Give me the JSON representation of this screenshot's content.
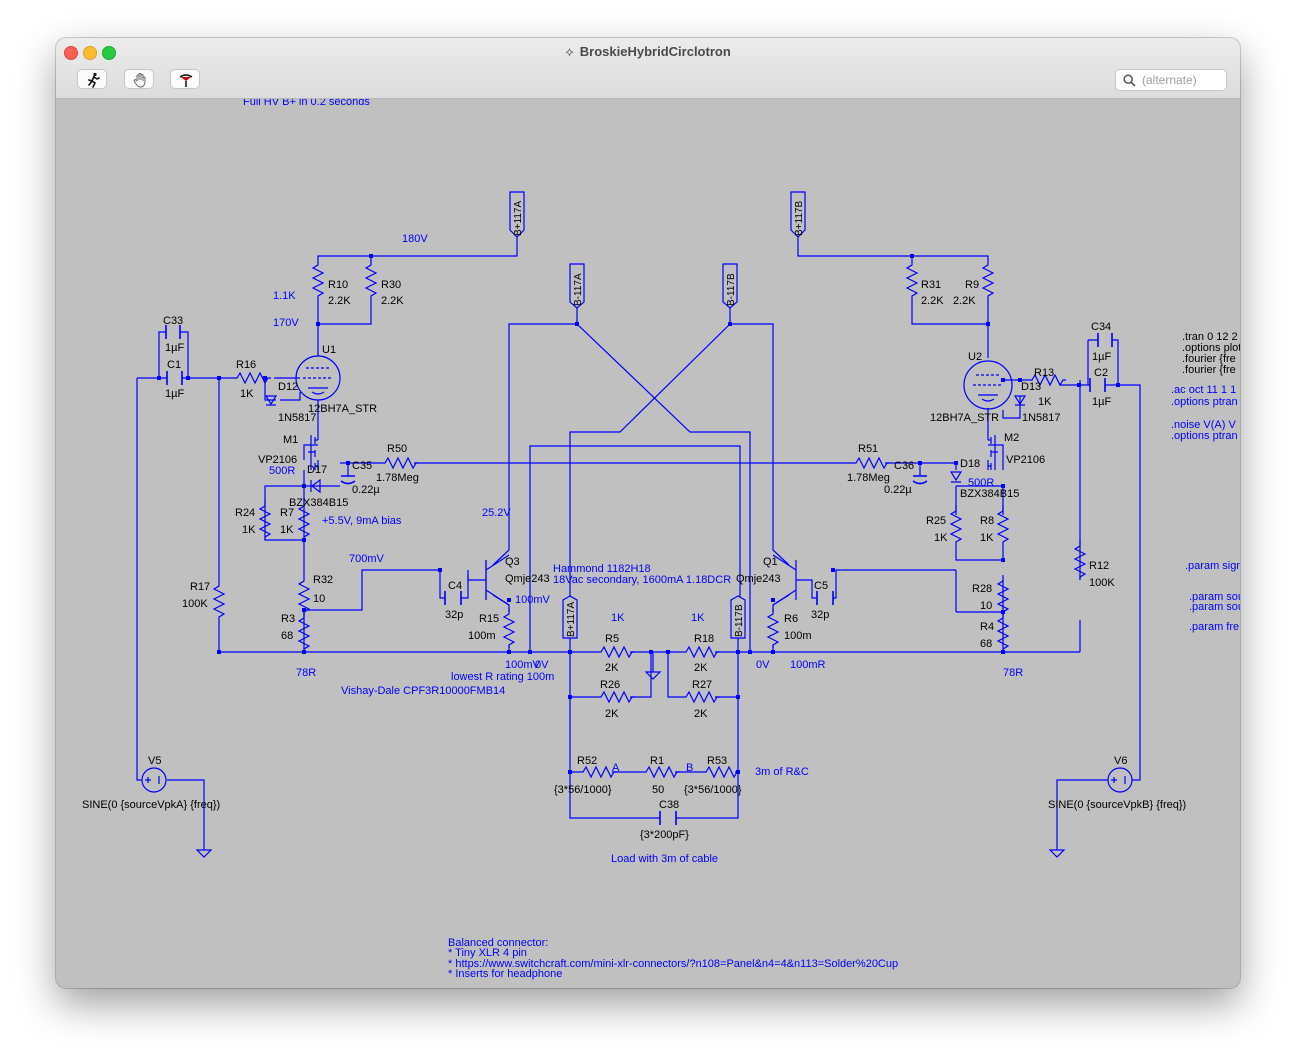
{
  "window": {
    "title": "BroskieHybridCirclotron"
  },
  "toolbar": {
    "search_placeholder": "(alternate)",
    "buttons": [
      "run-icon",
      "halt-hand-icon",
      "probe-icon"
    ]
  },
  "colors": {
    "wire": "#0000ff",
    "canvas": "#c0c0c0",
    "label": "#000000"
  },
  "schematic": {
    "notes": {
      "hv": "Full HV B+ in 0.2 seconds",
      "bias": "+5.5V, 9mA bias",
      "hammond1": "Hammond 1182H18",
      "hammond2": "18Vac secondary, 1600mA 1.18DCR",
      "lowr": "lowest R rating 100m",
      "vishay": "Vishay-Dale CPF3R10000FMB14",
      "cable3m": "3m of R&C",
      "load": "Load with 3m of cable",
      "bal1": "Balanced connector:",
      "bal2": "* Tiny XLR 4 pin",
      "bal3": "* https://www.switchcraft.com/mini-xlr-connectors/?n108=Panel&n4=4&n113=Solder%20Cup",
      "bal4": "* Inserts for headphone"
    },
    "nets": {
      "b117a_top": "B+117A",
      "b117b_top": "B+117B",
      "b117a_mid": "B-117A",
      "b117b_mid": "B-117B",
      "b117a_lo": "B+117A",
      "b117b_lo": "B-117B",
      "v180": "180V",
      "v1k1": "1.1K",
      "v170": "170V",
      "r500l": "500R",
      "v25": "25.2V",
      "v700": "700mV",
      "v100mv": "100mV",
      "v78l": "78R",
      "v100mv2": "100mV",
      "v0v": "0V",
      "v1kl": "1K",
      "v1kr": "1K",
      "v0vr": "0V",
      "v100mr": "100mR",
      "v78r": "78R",
      "r500r": "500R",
      "na": "A",
      "nb": "B"
    },
    "directives": {
      "d1": ".tran 0 12 2",
      "d2": ".options plot",
      "d3": ".fourier {fre",
      "d4": ".fourier {fre",
      "d5": ".ac oct 11 1 1",
      "d6": ".options ptran",
      "d7": ".noise V(A) V",
      "d8": ".options ptran",
      "d9": ".param sign",
      "d10": ".param sou",
      "d11": ".param sou",
      "d12": ".param fre"
    },
    "parts": [
      {
        "ref": "C33",
        "val": "1µF"
      },
      {
        "ref": "C1",
        "val": "1µF"
      },
      {
        "ref": "R16",
        "val": "1K"
      },
      {
        "ref": "R10",
        "val": "2.2K"
      },
      {
        "ref": "R30",
        "val": "2.2K"
      },
      {
        "ref": "U1",
        "val": "12BH7A_STR"
      },
      {
        "ref": "D12",
        "val": "1N5817"
      },
      {
        "ref": "M1",
        "val": "VP2106"
      },
      {
        "ref": "R50",
        "val": "1.78Meg"
      },
      {
        "ref": "C35",
        "val": "0.22µ"
      },
      {
        "ref": "D17",
        "val": "BZX384B15"
      },
      {
        "ref": "R24",
        "val": "1K"
      },
      {
        "ref": "R7",
        "val": "1K"
      },
      {
        "ref": "R17",
        "val": "100K"
      },
      {
        "ref": "R32",
        "val": "10"
      },
      {
        "ref": "R3",
        "val": "68"
      },
      {
        "ref": "C4",
        "val": "32p"
      },
      {
        "ref": "Q3",
        "val": "Qmje243"
      },
      {
        "ref": "R15",
        "val": "100m"
      },
      {
        "ref": "R5",
        "val": "2K"
      },
      {
        "ref": "R18",
        "val": "2K"
      },
      {
        "ref": "R26",
        "val": "2K"
      },
      {
        "ref": "R27",
        "val": "2K"
      },
      {
        "ref": "R52",
        "val": "{3*56/1000}"
      },
      {
        "ref": "R1",
        "val": "50"
      },
      {
        "ref": "R53",
        "val": "{3*56/1000}"
      },
      {
        "ref": "C38",
        "val": "{3*200pF}"
      },
      {
        "ref": "Q1",
        "val": "Qmje243"
      },
      {
        "ref": "C5",
        "val": "32p"
      },
      {
        "ref": "R6",
        "val": "100m"
      },
      {
        "ref": "R31",
        "val": "2.2K"
      },
      {
        "ref": "R9",
        "val": "2.2K"
      },
      {
        "ref": "U2",
        "val": "12BH7A_STR"
      },
      {
        "ref": "R13",
        "val": "1K"
      },
      {
        "ref": "D13",
        "val": "1N5817"
      },
      {
        "ref": "C34",
        "val": "1µF"
      },
      {
        "ref": "C2",
        "val": "1µF"
      },
      {
        "ref": "R51",
        "val": "1.78Meg"
      },
      {
        "ref": "C36",
        "val": "0.22µ"
      },
      {
        "ref": "D18",
        "val": "BZX384B15"
      },
      {
        "ref": "M2",
        "val": "VP2106"
      },
      {
        "ref": "R25",
        "val": "1K"
      },
      {
        "ref": "R8",
        "val": "1K"
      },
      {
        "ref": "R28",
        "val": "10"
      },
      {
        "ref": "R4",
        "val": "68"
      },
      {
        "ref": "R12",
        "val": "100K"
      },
      {
        "ref": "V5",
        "val": "SINE(0 {sourceVpkA} {freq})"
      },
      {
        "ref": "V6",
        "val": "SINE(0 {sourceVpkB} {freq})"
      }
    ]
  }
}
